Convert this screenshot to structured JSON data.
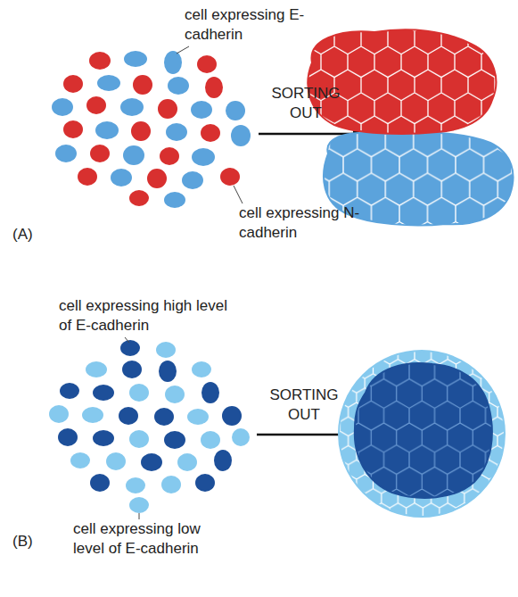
{
  "diagram": {
    "labels": [
      "cell expressing E-cadherin",
      "SORTING OUT",
      "cell expressing N-cadherin",
      "(A)",
      "cell expressing high level of E-cadherin",
      "SORTING OUT",
      "cell expressing low level of E-cadherin",
      "(B)"
    ]
  }
}
